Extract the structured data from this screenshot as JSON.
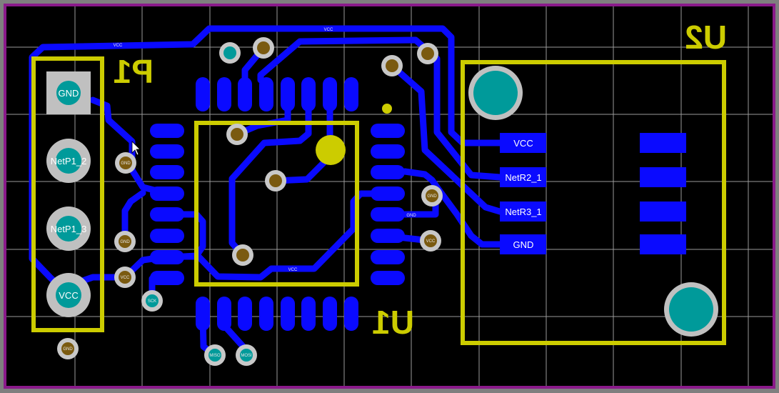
{
  "board": {
    "colors": {
      "trace": "#0a0aff",
      "silkscreen": "#cccc00",
      "pad_hole": "#009a9a",
      "via_core": "#7a5a10",
      "outline": "#8a1a8a"
    }
  },
  "p1": {
    "designator": "P1",
    "pads": [
      "GND",
      "NetP1_2",
      "NetP1_3",
      "VCC"
    ]
  },
  "u1": {
    "designator": "U1"
  },
  "u2": {
    "designator": "U2",
    "pads": [
      "VCC",
      "NetR2_1",
      "NetR3_1",
      "GND"
    ]
  },
  "vias": {
    "gnd": "GND",
    "vcc": "VCC",
    "sck": "SCK",
    "miso": "MISO",
    "mosi": "MOSI"
  },
  "nets": {
    "vcc": "VCC",
    "gnd": "GND"
  }
}
